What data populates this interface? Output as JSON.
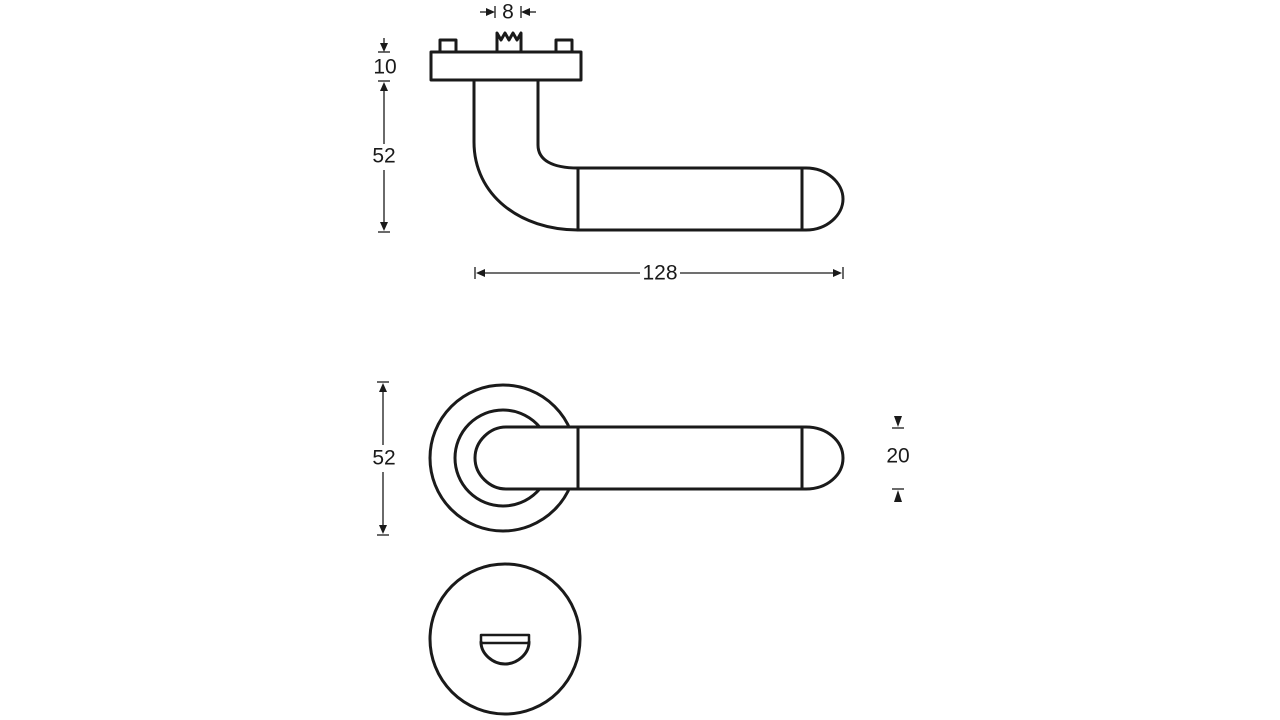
{
  "dimensions": {
    "spindle_width": "8",
    "rose_thickness": "10",
    "side_height": "52",
    "length": "128",
    "front_height": "52",
    "grip_diameter": "20"
  },
  "colors": {
    "line": "#1a1a1a",
    "background": "#ffffff"
  }
}
